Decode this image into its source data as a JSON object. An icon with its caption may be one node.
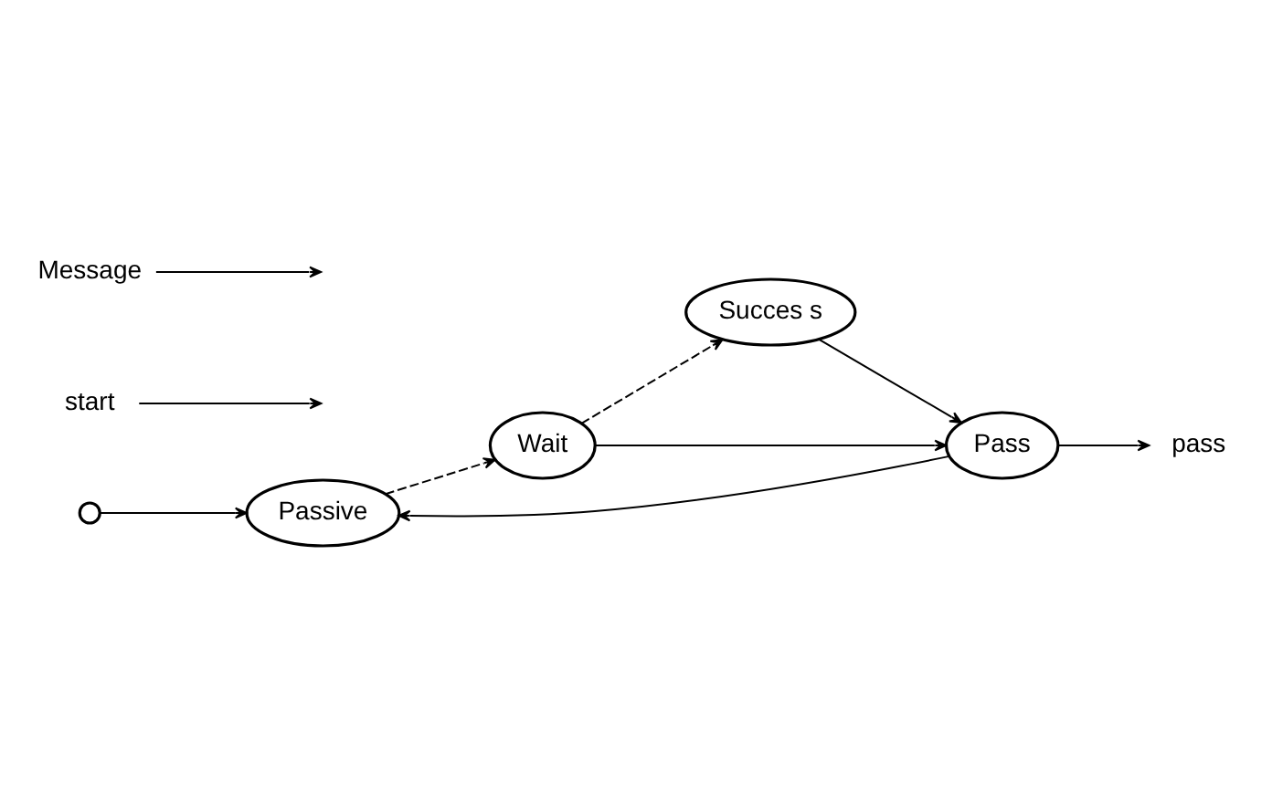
{
  "diagram": {
    "nodes": [
      {
        "text": [],
        "shape": "circle"
      },
      {
        "text": [
          "start"
        ]
      },
      {
        "text": [
          "Wait"
        ]
      },
      {
        "text": [
          "Message"
        ]
      },
      {
        "text": [
          "Succes s"
        ]
      },
      {
        "text": [
          "Passive"
        ]
      },
      {
        "text": [
          "Pass"
        ]
      },
      {
        "text": [
          "pass"
        ]
      }
    ],
    "edges": [
      {
        "from": 0,
        "to": 5,
        "arrow": "to"
      },
      {
        "from": 5,
        "to": 2,
        "arrow": "to",
        "style": "dashed"
      },
      {
        "from": 1,
        "to": null,
        "arrow": "to"
      },
      {
        "from": 2,
        "to": 4,
        "arrow": "to",
        "style": "dashed"
      },
      {
        "from": 3,
        "to": null,
        "arrow": "to"
      },
      {
        "from": 2,
        "to": 6,
        "arrow": "to"
      },
      {
        "from": 4,
        "to": 6,
        "arrow": "to"
      },
      {
        "from": 6,
        "to": 5,
        "arrow": "to"
      },
      {
        "from": 6,
        "to": 7,
        "arrow": "to"
      }
    ]
  }
}
